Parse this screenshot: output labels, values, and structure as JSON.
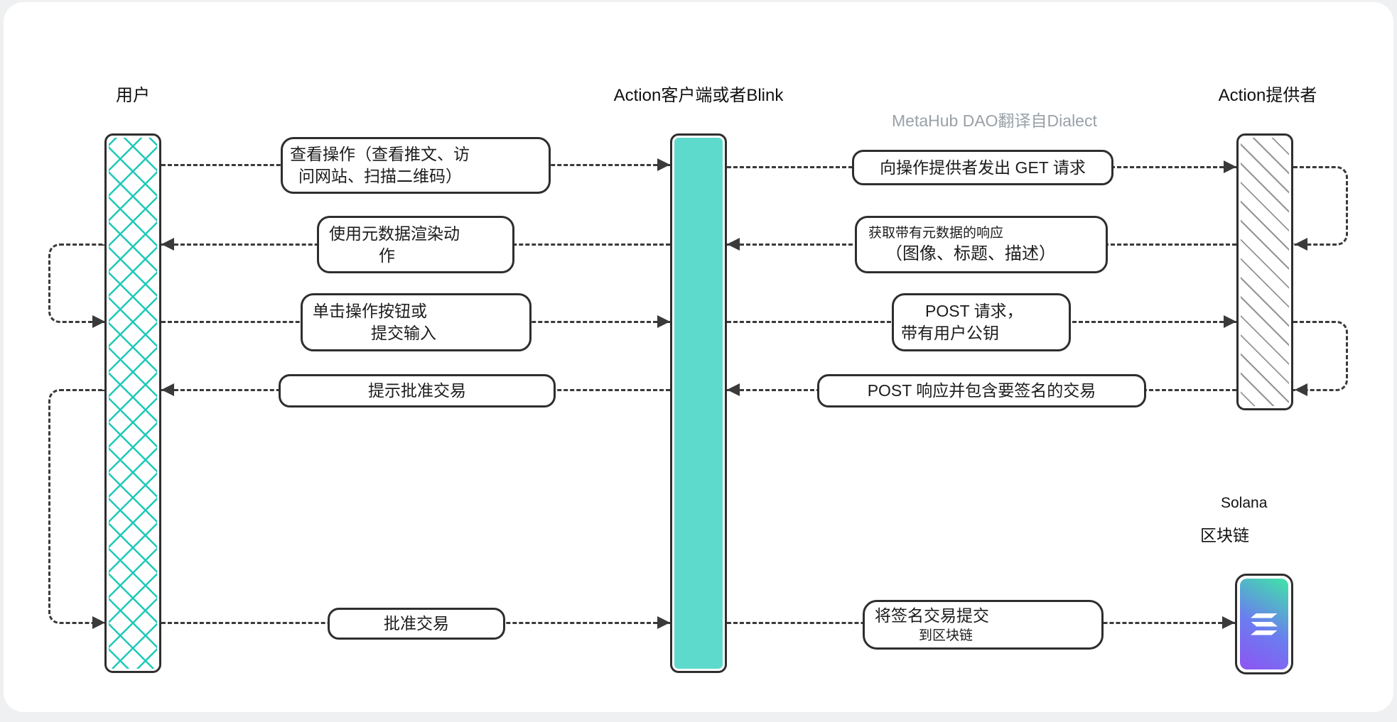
{
  "watermark": "MetaHub DAO翻译自Dialect",
  "lifelines": {
    "user": {
      "title": "用户"
    },
    "client": {
      "title": "Action客户端或者Blink"
    },
    "provider": {
      "title": "Action提供者"
    },
    "blockchain": {
      "title_line1": "Solana",
      "title_line2": "区块链",
      "icon": "solana-logo"
    }
  },
  "messages": {
    "view_action": {
      "line1": "查看操作（查看推文、访",
      "line2": "问网站、扫描二维码）"
    },
    "render_metadata": {
      "line1": "使用元数据渲染动",
      "line2": "作"
    },
    "click_button": {
      "line1": "单击操作按钮或",
      "line2": "提交输入"
    },
    "prompt_approve": {
      "label": "提示批准交易"
    },
    "approve_tx": {
      "label": "批准交易"
    },
    "get_request": {
      "label": "向操作提供者发出 GET 请求"
    },
    "metadata_response": {
      "line1": "获取带有元数据的响应",
      "line2": "（图像、标题、描述）"
    },
    "post_request": {
      "line1": "POST 请求，",
      "line2": "带有用户公钥"
    },
    "post_response": {
      "label": "POST 响应并包含要签名的交易"
    },
    "submit_tx": {
      "line1": "将签名交易提交",
      "line2": "到区块链"
    }
  },
  "colors": {
    "stroke": "#2e2e2e",
    "dash": "#3a3a3a",
    "teal_hatch": "#1ec9b8",
    "client_fill": "#5edacd",
    "provider_hatch": "#949494",
    "watermark_gray": "#9aa1a7",
    "sol_g1": "#3fe5a7",
    "sol_g2": "#6b7cf0",
    "sol_g3": "#8e55f2"
  }
}
